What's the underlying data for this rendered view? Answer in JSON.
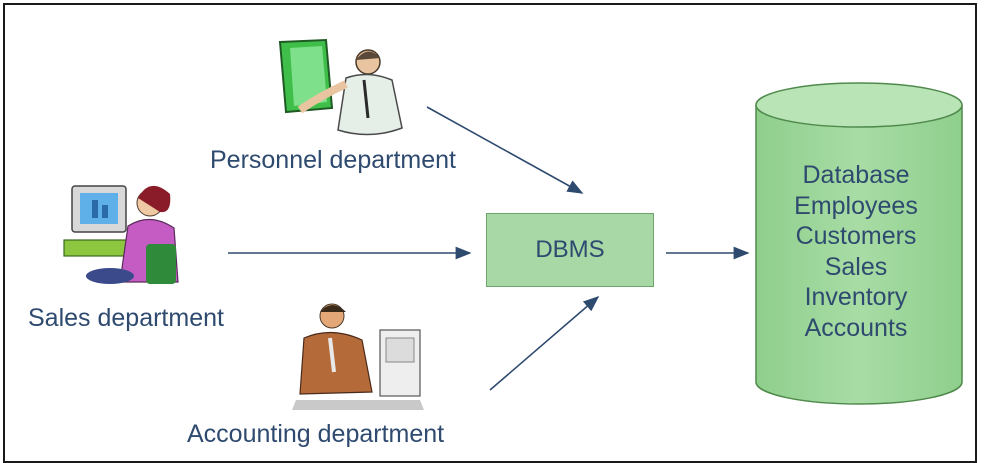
{
  "departments": {
    "personnel": "Personnel department",
    "sales": "Sales department",
    "accounting": "Accounting department"
  },
  "dbms": {
    "label": "DBMS"
  },
  "database": {
    "items": [
      "Database",
      "Employees",
      "Customers",
      "Sales",
      "Inventory",
      "Accounts"
    ]
  },
  "colors": {
    "text": "#2e4a6f",
    "box_fill": "#a8d8a6",
    "arrow": "#2e4a6f"
  }
}
